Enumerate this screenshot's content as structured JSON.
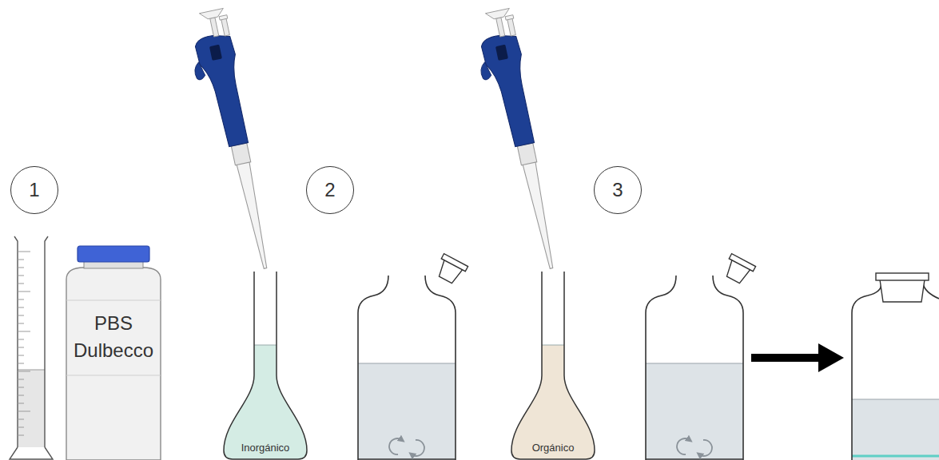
{
  "diagram": {
    "nodes": [
      {
        "text": [
          "1"
        ]
      },
      {
        "text": [
          "PBS Dulbecco"
        ]
      },
      {
        "text": [
          "2"
        ]
      },
      {
        "text": [
          "Inorgánico"
        ]
      },
      {
        "text": [
          "3"
        ]
      },
      {
        "text": [
          "Orgánico"
        ]
      }
    ]
  }
}
